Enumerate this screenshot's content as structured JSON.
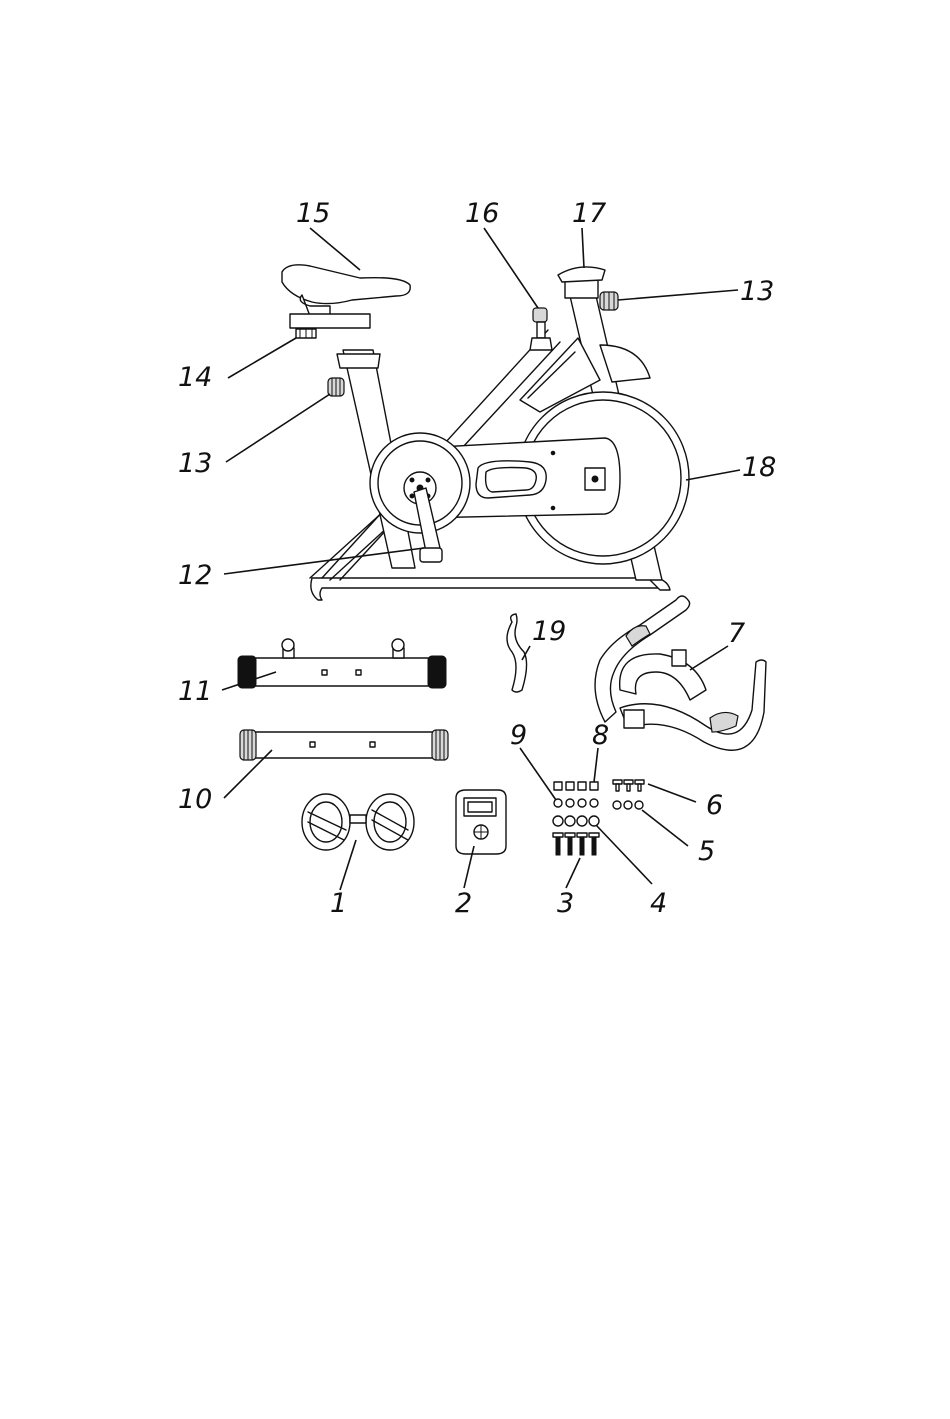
{
  "labels": {
    "l1": "1",
    "l2": "2",
    "l3": "3",
    "l4": "4",
    "l5": "5",
    "l6": "6",
    "l7": "7",
    "l8": "8",
    "l9": "9",
    "l10": "10",
    "l11": "11",
    "l12": "12",
    "l13a": "13",
    "l13b": "13",
    "l14": "14",
    "l15": "15",
    "l16": "16",
    "l17": "17",
    "l18": "18",
    "l19": "19"
  }
}
